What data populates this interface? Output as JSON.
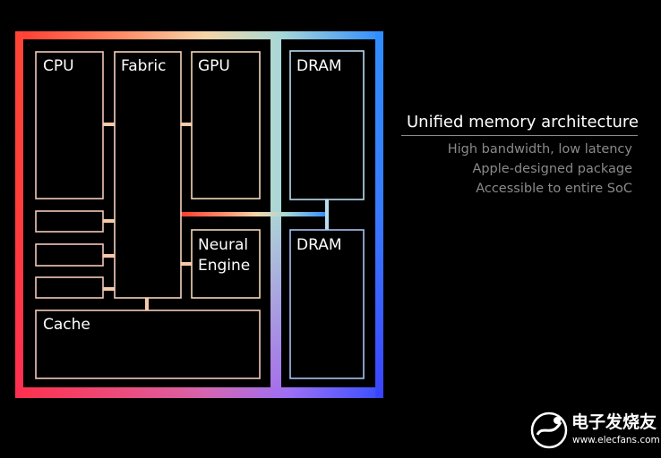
{
  "diagram": {
    "blocks": {
      "cpu": "CPU",
      "fabric": "Fabric",
      "gpu": "GPU",
      "dram_top": "DRAM",
      "neural_engine": [
        "Neural",
        "Engine"
      ],
      "dram_bottom": "DRAM",
      "cache": "Cache"
    }
  },
  "info": {
    "title": "Unified memory architecture",
    "features": [
      "High bandwidth, low latency",
      "Apple-designed package",
      "Accessible to entire SoC"
    ]
  },
  "watermark": {
    "name": "电子发烧友",
    "url": "www.elecfans.com"
  },
  "colors": {
    "background": "#000000",
    "block_fill": "#000000",
    "gradient_top": [
      "#ff3b30",
      "#ff8a65",
      "#f5d6a8",
      "#a8d8d8",
      "#2f8cff"
    ],
    "gradient_bottom": [
      "#ff2d55",
      "#d63aa0",
      "#9b4dff",
      "#3b3bff"
    ],
    "block_outline": "#f2d0c0",
    "connector": "#f6c9a8",
    "dram_outline": "#b9dcef",
    "dram_link": "#b9dcef",
    "text_primary": "#ffffff",
    "text_secondary": "#8a8a8a"
  }
}
